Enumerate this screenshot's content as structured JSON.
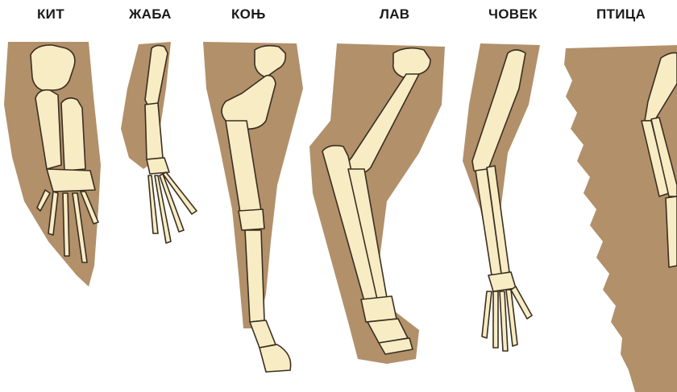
{
  "animals": [
    {
      "key": "whale",
      "label": "КИТ"
    },
    {
      "key": "frog",
      "label": "ЖАБА"
    },
    {
      "key": "horse",
      "label": "КОЊ"
    },
    {
      "key": "lion",
      "label": "ЛАВ"
    },
    {
      "key": "human",
      "label": "ЧОВЕК"
    },
    {
      "key": "bird",
      "label": "ПТИЦА"
    }
  ],
  "colors": {
    "silhouette": "#b2906a",
    "bone": "#f8ecc4",
    "outline": "#3a2f22"
  }
}
